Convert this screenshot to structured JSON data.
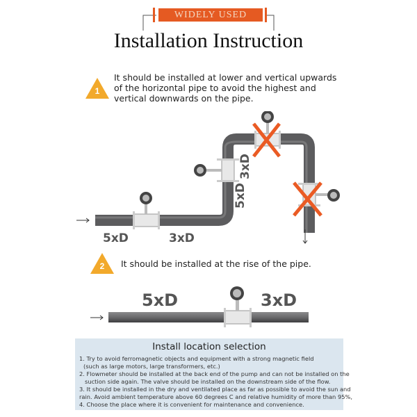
{
  "banner": {
    "label": "WIDELY USED",
    "color": "#e55a22"
  },
  "title": "Installation Instruction",
  "steps": [
    {
      "number": "1",
      "lines": [
        "It should be installed at lower and vertical upwards",
        "of the horizontal pipe to avoid the highest and",
        "vertical downwards on the pipe."
      ]
    },
    {
      "number": "2",
      "text": "It should be installed at the rise of the pipe."
    }
  ],
  "diagram1": {
    "labels": {
      "upstream": "5xD",
      "downstream": "3xD",
      "vertical_upstream": "5xD",
      "vertical_downstream": "3xD"
    },
    "flow_arrows": [
      "→",
      "↓"
    ],
    "forbidden_marks": [
      "top-horizontal",
      "vertical-downward"
    ]
  },
  "diagram2": {
    "labels": {
      "upstream": "5xD",
      "downstream": "3xD"
    },
    "flow_arrow": "→"
  },
  "location_box": {
    "title": "Install location selection",
    "lines": [
      "1. Try to avoid ferromagnetic objects and equipment with a strong magnetic field",
      "  (such as large motors, large transformers, etc.)",
      "2. Flowmeter should be installed at the back end of the pump and can not be installed on the",
      "   suction side again. The valve should be installed on the downstream side of the flow.",
      "3. It should be installed in the dry and ventilated place as far as possible to avoid the sun and",
      "rain. Avoid ambient temperature above 60 degrees C and relative humidity of more than 95%,",
      "4. Choose the place where it is convenient for maintenance and convenience."
    ],
    "background": "#dbe6ef"
  },
  "colors": {
    "accent_orange": "#e55a22",
    "warning_triangle": "#f2a92b",
    "pipe": "#6e6e70"
  }
}
